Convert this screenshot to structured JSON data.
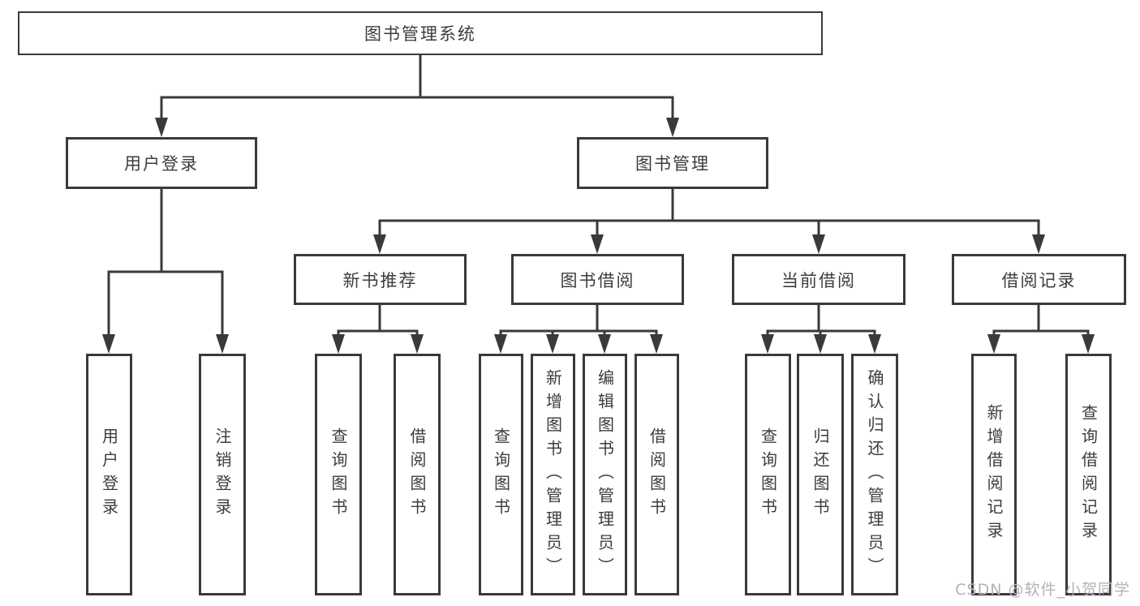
{
  "diagram_type": "hierarchy-tree",
  "tree": {
    "root": {
      "label": "图书管理系统",
      "children": [
        {
          "label": "用户登录",
          "children": [
            {
              "label": "用户登录"
            },
            {
              "label": "注销登录"
            }
          ]
        },
        {
          "label": "图书管理",
          "children": [
            {
              "label": "新书推荐",
              "children": [
                {
                  "label": "查询图书"
                },
                {
                  "label": "借阅图书"
                }
              ]
            },
            {
              "label": "图书借阅",
              "children": [
                {
                  "label": "查询图书"
                },
                {
                  "label": "新增图书（管理员）"
                },
                {
                  "label": "编辑图书（管理员）"
                },
                {
                  "label": "借阅图书"
                }
              ]
            },
            {
              "label": "当前借阅",
              "children": [
                {
                  "label": "查询图书"
                },
                {
                  "label": "归还图书"
                },
                {
                  "label": "确认归还（管理员）"
                }
              ]
            },
            {
              "label": "借阅记录",
              "children": [
                {
                  "label": "新增借阅记录"
                },
                {
                  "label": "查询借阅记录"
                }
              ]
            }
          ]
        }
      ]
    }
  },
  "watermark": {
    "text": "CSDN @软件_小贺同学"
  },
  "colors": {
    "line": "#3a3a3a",
    "text": "#3c3c3c",
    "box_background": "#ffffff",
    "page_background": "#ffffff",
    "watermark": "#b0b3b8"
  }
}
